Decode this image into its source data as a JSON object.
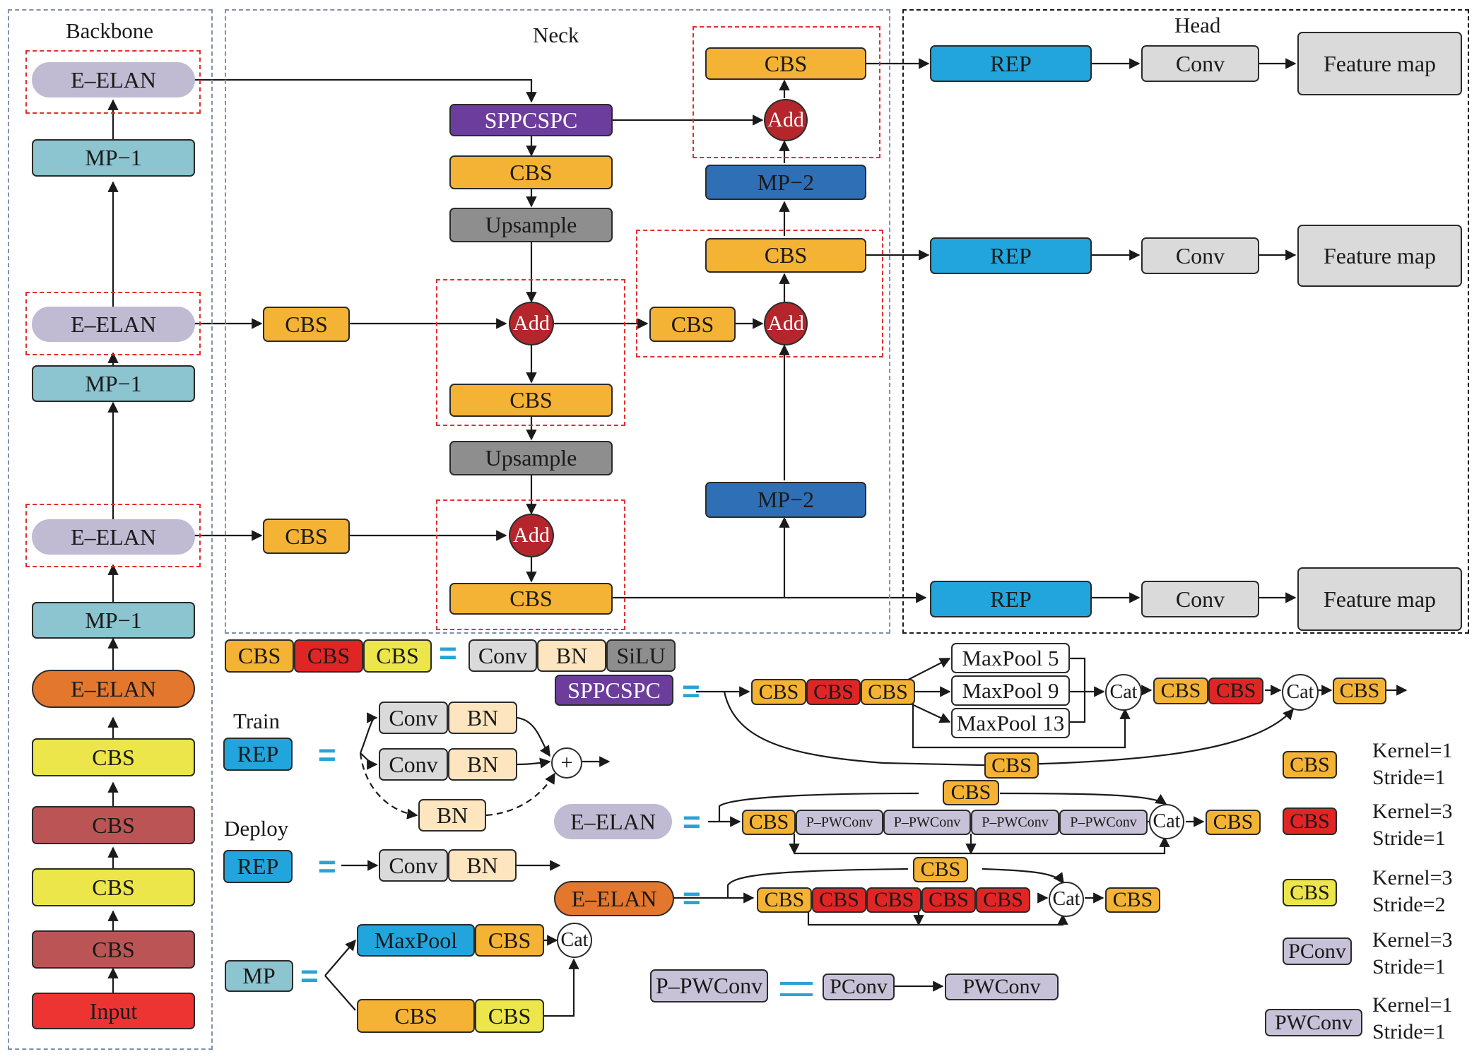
{
  "colors": {
    "cbs_orange": "#f5b335",
    "cbs_red": "#e02525",
    "cbs_yellow": "#ece64a",
    "cbs_brick": "#bb5555",
    "eelan_purple": "#c0bad2",
    "eelan_orange": "#e4772e",
    "mp1_teal": "#8cc4d0",
    "mp2_blue": "#2f6fb5",
    "rep_cyan": "#22a5dc",
    "sppcspc_purple": "#6c3d9c",
    "upsample_gray": "#8e8e8e",
    "conv_gray": "#dadada",
    "bn_cream": "#fde5c0",
    "add_red": "#b5252c",
    "input_red": "#ee3333",
    "pconv_lavender": "#c8c2d8",
    "region_blue": "#8090b0",
    "region_red": "#e03030",
    "equals_blue": "#29a3d6"
  },
  "sections": {
    "backbone": "Backbone",
    "neck": "Neck",
    "head": "Head"
  },
  "backbone": {
    "input": "Input",
    "cbs": "CBS",
    "eelan": "E–ELAN",
    "mp1": "MP−1"
  },
  "neck": {
    "sppcspc": "SPPCSPC",
    "cbs": "CBS",
    "upsample": "Upsample",
    "add": "Add",
    "mp2": "MP−2"
  },
  "head": {
    "rep": "REP",
    "conv": "Conv",
    "feature_map": "Feature map"
  },
  "legend": {
    "cbs": "CBS",
    "conv": "Conv",
    "bn": "BN",
    "silu": "SiLU",
    "sppcspc": "SPPCSPC",
    "maxpool5": "MaxPool 5",
    "maxpool9": "MaxPool 9",
    "maxpool13": "MaxPool 13",
    "cat": "Cat",
    "train": "Train",
    "deploy": "Deploy",
    "rep": "REP",
    "plus": "+",
    "eelan": "E–ELAN",
    "ppwconv": "P–PWConv",
    "mp": "MP",
    "maxpool": "MaxPool",
    "pconv": "PConv",
    "pwconv": "PWConv",
    "equals": "="
  },
  "key": [
    {
      "label": "CBS",
      "color": "#f5b335",
      "kernel": "Kernel=1",
      "stride": "Stride=1"
    },
    {
      "label": "CBS",
      "color": "#e02525",
      "kernel": "Kernel=3",
      "stride": "Stride=1"
    },
    {
      "label": "CBS",
      "color": "#ece64a",
      "kernel": "Kernel=3",
      "stride": "Stride=2"
    },
    {
      "label": "PConv",
      "color": "#c8c2d8",
      "kernel": "Kernel=3",
      "stride": "Stride=1"
    },
    {
      "label": "PWConv",
      "color": "#c8c2d8",
      "kernel": "Kernel=1",
      "stride": "Stride=1"
    }
  ]
}
